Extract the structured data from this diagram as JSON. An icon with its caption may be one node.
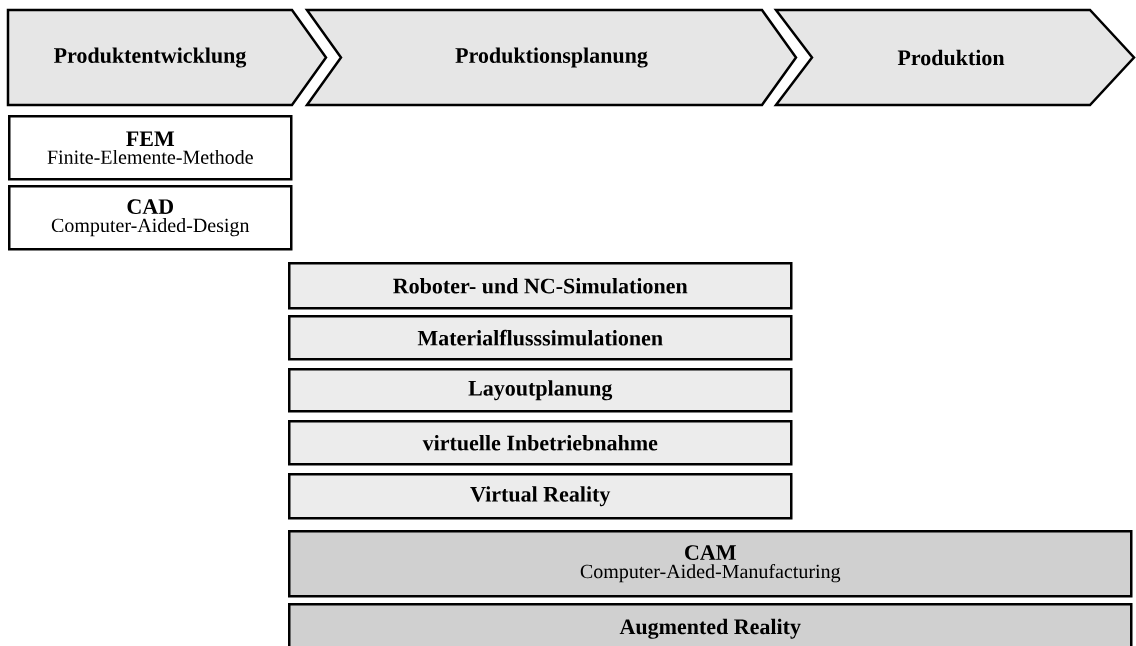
{
  "diagram": {
    "nodes": [
      {
        "text": [
          "Produktentwicklung"
        ]
      },
      {
        "text": [
          "Produktionsplanung"
        ]
      },
      {
        "text": [
          "Produktion"
        ]
      },
      {
        "text": [
          "FEM",
          "Finite-Elemente-Methode"
        ]
      },
      {
        "text": [
          "CAD",
          "Computer-Aided-Design"
        ]
      },
      {
        "text": [
          "Roboter- und NC-Simulationen"
        ]
      },
      {
        "text": [
          "Materialflusssimulationen"
        ]
      },
      {
        "text": [
          "Layoutplanung"
        ]
      },
      {
        "text": [
          "virtuelle Inbetriebnahme"
        ]
      },
      {
        "text": [
          "Virtual Reality"
        ]
      },
      {
        "text": [
          "CAM",
          "Computer-Aided-Manufacturing"
        ]
      },
      {
        "text": [
          "Augmented Reality"
        ]
      }
    ]
  }
}
